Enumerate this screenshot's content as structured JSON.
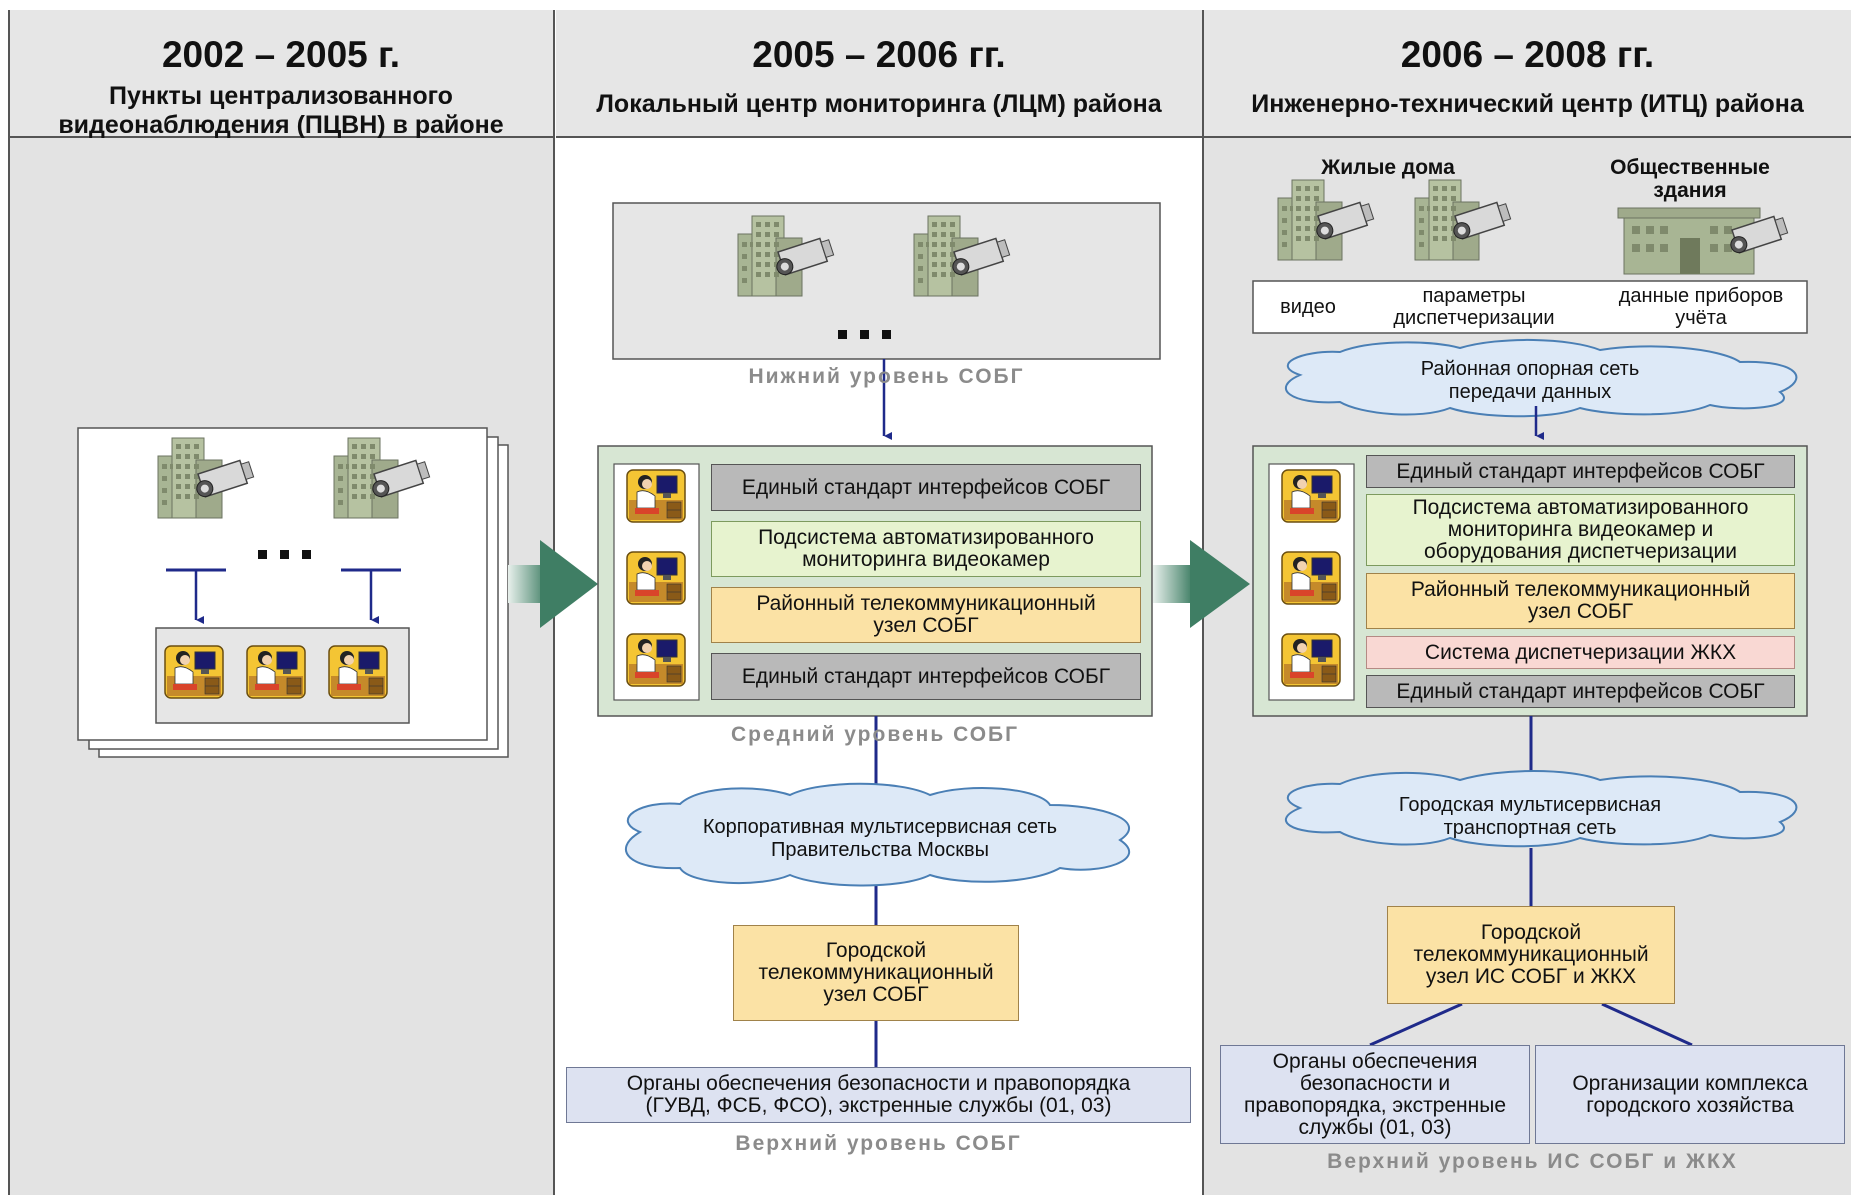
{
  "columns": [
    {
      "period": "2002 – 2005 г.",
      "title": "Пункты централизованного видеонаблюдения (ПЦВН) в районе"
    },
    {
      "period": "2005 – 2006 гг.",
      "title": "Локальный центр мониторинга (ЛЦМ) района"
    },
    {
      "period": "2006 – 2008 гг.",
      "title": "Инженерно-технический центр (ИТЦ) района"
    }
  ],
  "col2": {
    "lower_level": "Нижний уровень СОБГ",
    "middle_blocks": [
      "Единый стандарт интерфейсов СОБГ",
      "Подсистема автоматизированного мониторинга видеокамер",
      "Районный телекоммуникационный узел СОБГ",
      "Единый стандарт интерфейсов СОБГ"
    ],
    "middle_level": "Средний уровень СОБГ",
    "cloud": "Корпоративная мультисервисная сеть Правительства Москвы",
    "city_node": "Городской телекоммуникационный узел СОБГ",
    "agencies": "Органы обеспечения безопасности и правопорядка (ГУВД, ФСБ, ФСО), экстренные службы (01, 03)",
    "upper_level": "Верхний уровень СОБГ"
  },
  "col3": {
    "residential": "Жилые дома",
    "public": "Общественные здания",
    "inputs": [
      "видео",
      "параметры диспетчеризации",
      "данные приборов учёта"
    ],
    "district_cloud": "Районная опорная сеть передачи данных",
    "middle_blocks": [
      "Единый стандарт интерфейсов СОБГ",
      "Подсистема автоматизированного мониторинга видеокамер и оборудования диспетчеризации",
      "Районный телекоммуникационный узел СОБГ",
      "Система диспетчеризации ЖКХ",
      "Единый стандарт интерфейсов СОБГ"
    ],
    "city_cloud": "Городская мультисервисная транспортная сеть",
    "city_node": "Городской телекоммуникационный узел ИС СОБГ и ЖКХ",
    "agencies": "Органы обеспечения безопасности и правопорядка, экстренные службы (01, 03)",
    "utilities": "Организации комплекса городского хозяйства",
    "upper_level": "Верхний уровень ИС СОБГ и ЖКХ"
  },
  "colors": {
    "arrow": "#1f2a8a",
    "big_arrow": "#4f8a72",
    "cloud": "#dde9f7"
  },
  "icons": [
    "building-camera-icon",
    "operator-workstation-icon",
    "public-building-icon",
    "ellipsis-icon"
  ]
}
